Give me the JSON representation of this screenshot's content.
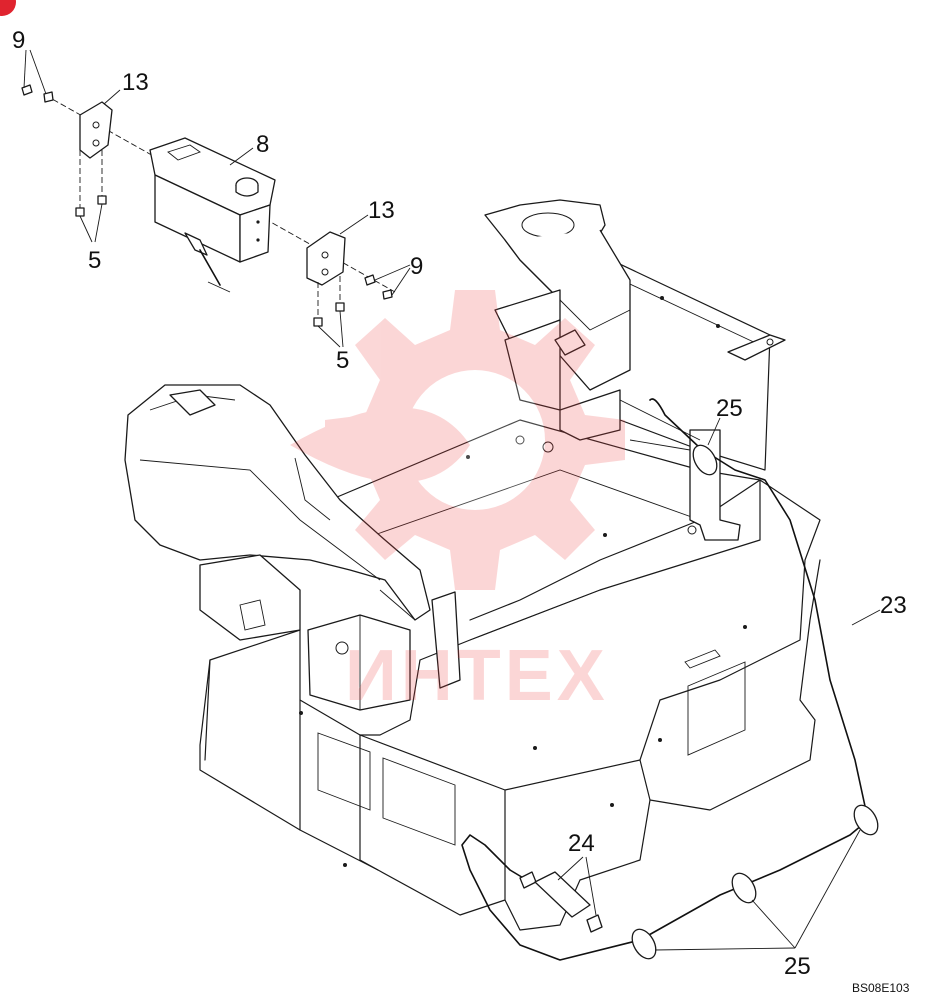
{
  "diagram": {
    "callouts": {
      "c9_top": "9",
      "c13_top": "13",
      "c8": "8",
      "c5_left": "5",
      "c13_right": "13",
      "c9_right": "9",
      "c5_right": "5",
      "c25_top": "25",
      "c23": "23",
      "c24": "24",
      "c25_bottom": "25"
    },
    "drawing_code": "BS08E103",
    "watermark": {
      "text": "ИНТЕХ",
      "color": "#ee4b4b"
    },
    "corner_badge_color": "#e0242f"
  }
}
